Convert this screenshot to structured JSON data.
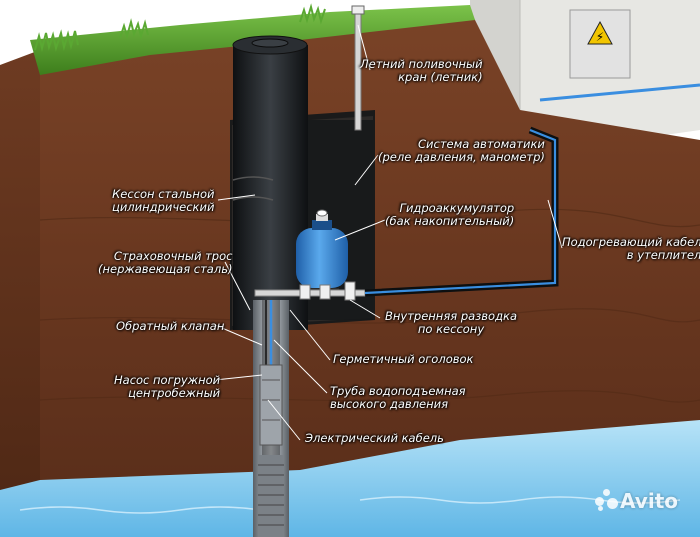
{
  "labels": {
    "summer_tap": [
      "Летний поливочный",
      "кран (летник)"
    ],
    "automation": [
      "Система автоматики",
      "(реле давления, манометр)"
    ],
    "caisson": [
      "Кессон стальной",
      "цилиндрический"
    ],
    "accumulator": [
      "Гидроаккумулятор",
      "(бак накопительный)"
    ],
    "heating_cable": [
      "Подогревающий кабель",
      "в утеплителе"
    ],
    "safety_rope": [
      "Страховочный трос",
      "(нержавеющая сталь)"
    ],
    "internal_wiring": [
      "Внутренняя разводка",
      "по кессону"
    ],
    "check_valve": [
      "Обратный клапан"
    ],
    "sealed_head": [
      "Герметичный оголовок"
    ],
    "pump": [
      "Насос погружной",
      "центробежный"
    ],
    "pipe": [
      "Труба водоподъемная",
      "высокого давления"
    ],
    "electric_cable": [
      "Электрический кабель"
    ]
  },
  "watermark": "Avito",
  "colors": {
    "grass": "#4f9a2a",
    "soil": "#6b3a22",
    "water": "#8fd0f0",
    "caisson": "#1c1f22",
    "tank": "#3b8fd8",
    "house_wall": "#e7e7e3"
  }
}
